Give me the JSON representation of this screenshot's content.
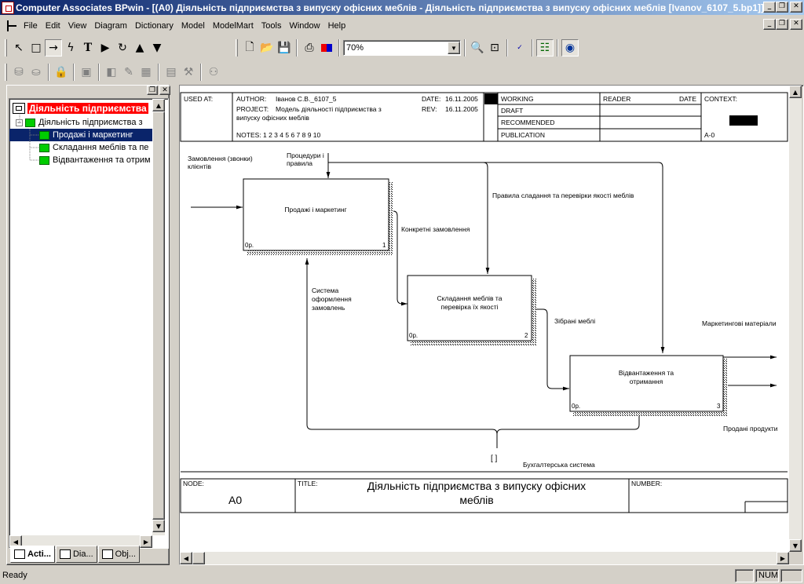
{
  "window": {
    "title": "Computer Associates BPwin - [(A0) Діяльність підприємства  з випуску офісних меблів - Діяльність підприємства з випуску офісних меблів  [Ivanov_6107_5.bp1]]"
  },
  "menu": [
    "File",
    "Edit",
    "View",
    "Diagram",
    "Dictionary",
    "Model",
    "ModelMart",
    "Tools",
    "Window",
    "Help"
  ],
  "toolbar": {
    "zoom_value": "70%",
    "tools": [
      "pointer-tool",
      "box-tool",
      "arrow-tool",
      "squiggle-tool",
      "text-tool",
      "decompose-tool",
      "swap-tool",
      "up-tool",
      "down-tool"
    ],
    "std_icons": [
      "new-icon",
      "open-icon",
      "save-icon",
      "print-icon",
      "color-icon",
      "zoom-in-icon",
      "zoom-fit-icon",
      "spellcheck-icon",
      "model-explorer-icon",
      "globe-icon"
    ],
    "mart_icons": [
      "mart-connect-icon",
      "mart-disconnect-icon",
      "lock-icon",
      "cube-icon",
      "cube2-icon",
      "report-icon",
      "grid-icon",
      "dictionary-icon",
      "tools2-icon",
      "people-icon"
    ]
  },
  "tree": {
    "root": "Діяльність підприємства",
    "node": "Діяльність підприємства  з",
    "children": [
      "Продажі і маркетинг",
      "Складання меблів та  пе",
      "Відвантаження та отрим"
    ]
  },
  "left_tabs": [
    "Acti...",
    "Dia...",
    "Obj..."
  ],
  "diagram": {
    "header": {
      "used_at": "USED AT:",
      "author_label": "AUTHOR:",
      "author_value": "Іванов С.В._6107_5",
      "project_label": "PROJECT:",
      "project_value_1": "Модель діяльності підприємства з",
      "project_value_2": "випуску офісних меблів",
      "date_label": "DATE:",
      "date_value": "16.11.2005",
      "rev_label": "REV:",
      "rev_value": "16.11.2005",
      "notes": "NOTES:  1  2  3  4  5  6  7  8  9  10",
      "statuses": [
        "WORKING",
        "DRAFT",
        "RECOMMENDED",
        "PUBLICATION"
      ],
      "reader": "READER",
      "date2": "DATE",
      "context": "CONTEXT:",
      "node_ref": "A-0"
    },
    "boxes": [
      {
        "label_1": "Продажі і маркетинг",
        "label_2": "",
        "cost": "0р.",
        "num": "1"
      },
      {
        "label_1": "Складання меблів та",
        "label_2": "перевірка їх якості",
        "cost": "0р.",
        "num": "2"
      },
      {
        "label_1": "Відвантаження та",
        "label_2": "отримання",
        "cost": "0р.",
        "num": "3"
      }
    ],
    "arrow_labels": {
      "orders_1": "Замовлення (звонки)",
      "orders_2": "клієнтів",
      "procedures_1": "Процедури і",
      "procedures_2": "правила",
      "assembly_rules": "Правила сладання та перевірки якості меблів",
      "specific_orders": "Конкретні замовлення",
      "order_system_1": "Система",
      "order_system_2": "оформлення",
      "order_system_3": "замовлень",
      "assembled": "Зібрані меблі",
      "marketing": "Маркетингові матеріали",
      "sold": "Продані продукти",
      "accounting": "Бухгалтерська система",
      "tunnel": "[ ]"
    },
    "footer": {
      "node_label": "NODE:",
      "node_value": "A0",
      "title_label": "TITLE:",
      "title_1": "Діяльність підприємства  з випуску офісних",
      "title_2": "меблів",
      "number_label": "NUMBER:"
    }
  },
  "status": {
    "text": "Ready",
    "num": "NUM"
  }
}
